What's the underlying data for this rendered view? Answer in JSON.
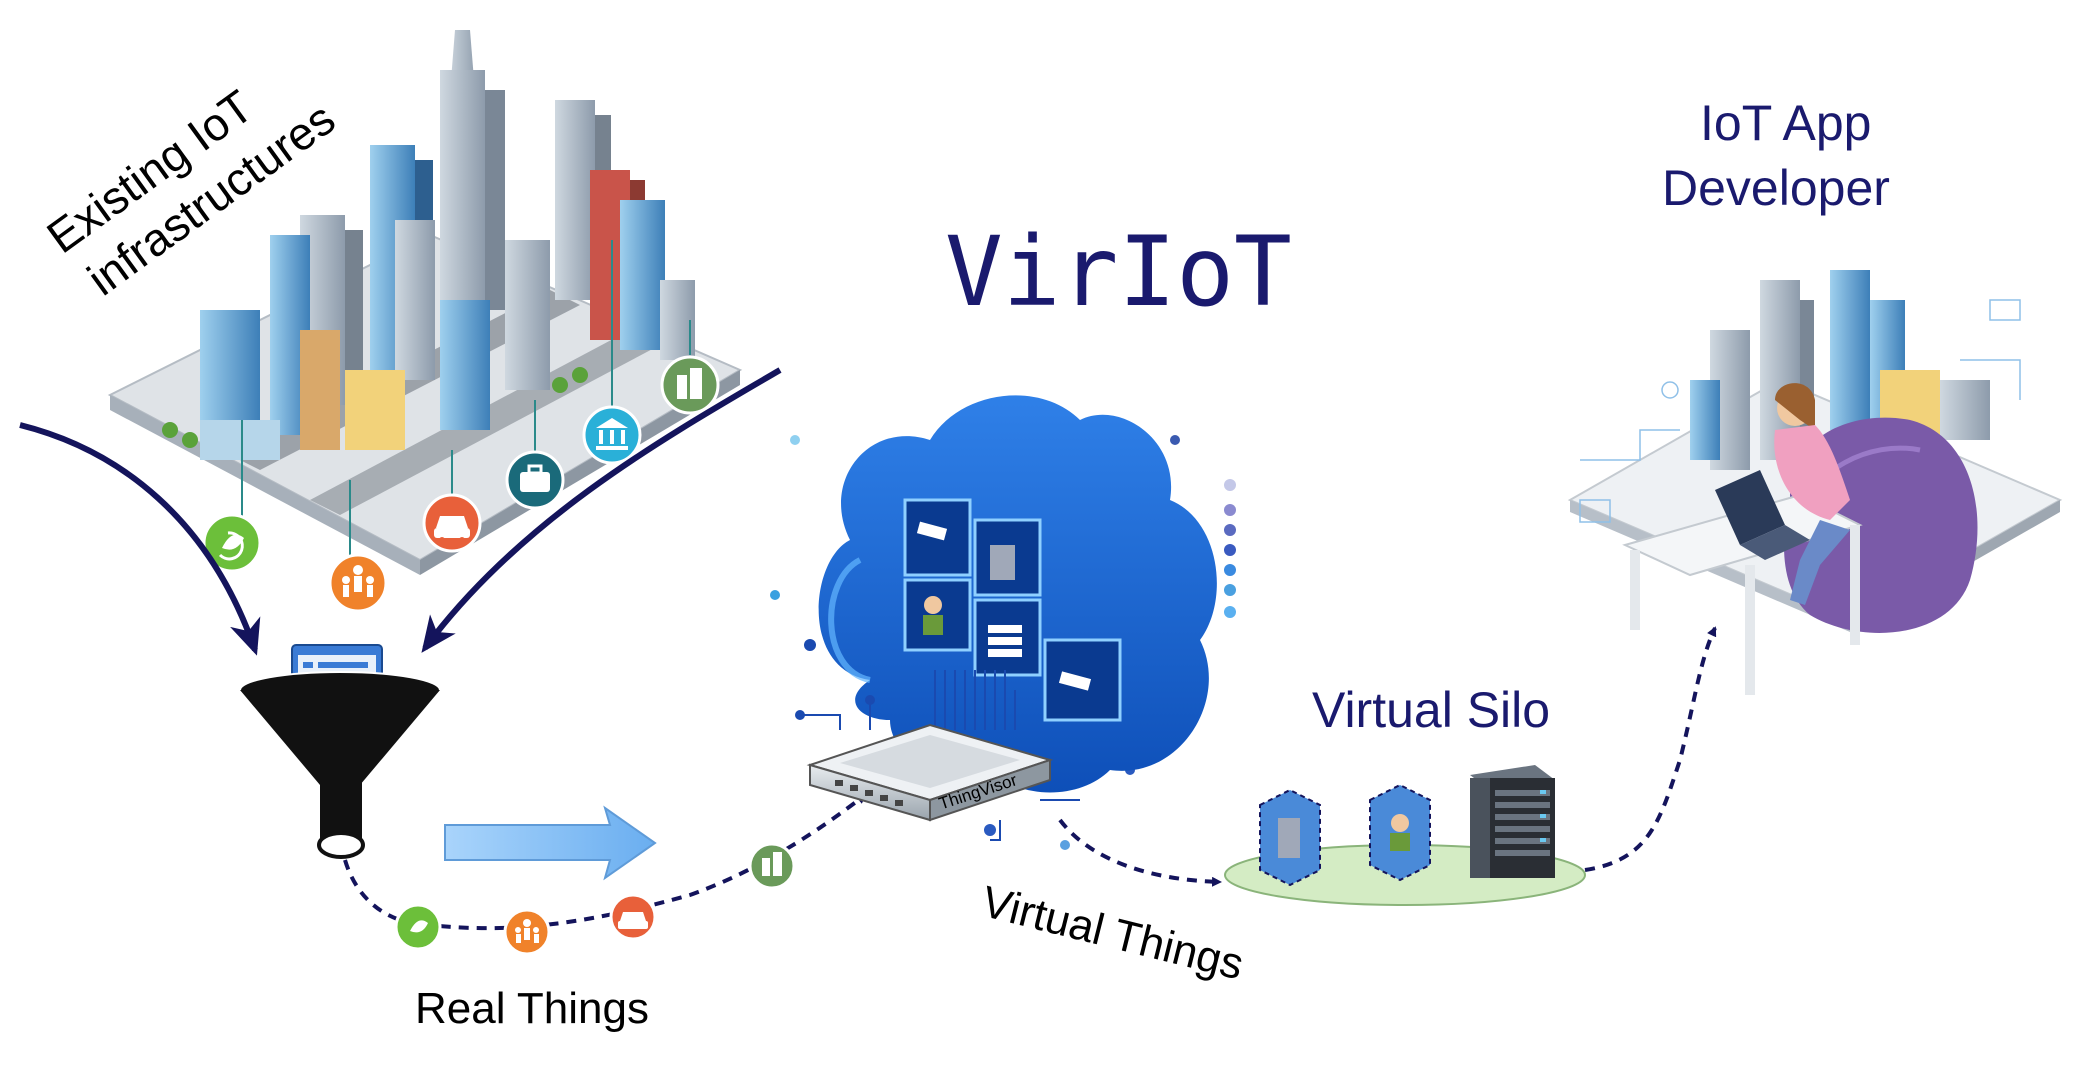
{
  "labels": {
    "existing_line1": "Existing IoT",
    "existing_line2": "infrastructures",
    "virIoT": "VirIoT",
    "iot_app_line1": "IoT App",
    "iot_app_line2": "Developer",
    "virtual_silo": "Virtual Silo",
    "real_things": "Real Things",
    "virtual_things": "Virtual Things",
    "thingvisor": "ThingVisor"
  },
  "colors": {
    "title_navy": "#1a1a6e",
    "arrow_navy": "#14145c",
    "cloud_blue": "#1a66d8",
    "cloud_light": "#4aa0f0",
    "green": "#6cbf3a",
    "orange": "#f0822a",
    "red_orange": "#e8603a",
    "teal": "#1a6a7a",
    "cyan": "#2ab0d8",
    "leaf_green": "#6a9a5a",
    "silo_green": "#d4ecc4"
  },
  "icons": [
    "leaf-icon",
    "people-icon",
    "car-icon",
    "briefcase-icon",
    "bank-icon",
    "building-icon",
    "funnel-icon",
    "cloud-icon",
    "server-icon",
    "laptop-icon",
    "camera-icon",
    "person-icon"
  ]
}
